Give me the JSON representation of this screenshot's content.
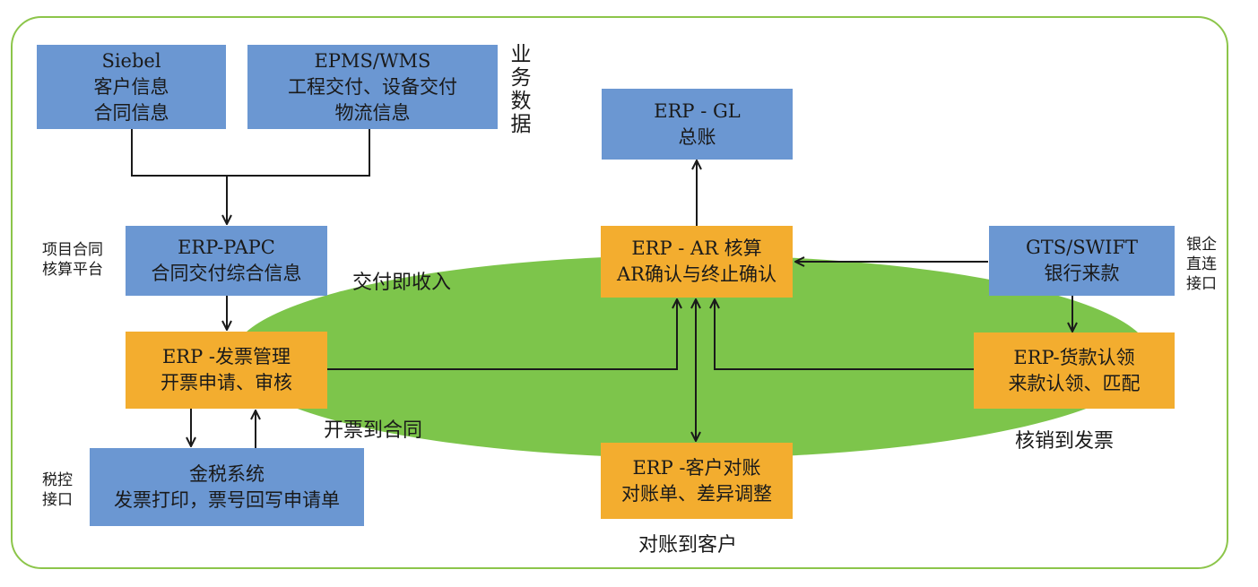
{
  "colors": {
    "frame_border": "#8cc54a",
    "ellipse": "#7dc54b",
    "blue_box": "#6b97d2",
    "orange_box": "#f3ad2f",
    "line": "#1a1a1a"
  },
  "nodes": {
    "siebel": {
      "line1": "Siebel",
      "line2": "客户信息",
      "line3": "合同信息"
    },
    "epms": {
      "line1": "EPMS/WMS",
      "line2": "工程交付、设备交付",
      "line3": "物流信息"
    },
    "gl": {
      "line1": "ERP - GL",
      "line2": "总账"
    },
    "papc": {
      "line1": "ERP-PAPC",
      "line2": "合同交付综合信息"
    },
    "ar": {
      "line1": "ERP - AR 核算",
      "line2": "AR确认与终止确认"
    },
    "gts": {
      "line1": "GTS/SWIFT",
      "line2": "银行来款"
    },
    "invoice": {
      "line1": "ERP -发票管理",
      "line2": "开票申请、审核"
    },
    "payment": {
      "line1": "ERP-货款认领",
      "line2": "来款认领、匹配"
    },
    "tax": {
      "line1": "金税系统",
      "line2": "发票打印，票号回写申请单"
    },
    "reconcile": {
      "line1": "ERP -客户对账",
      "line2": "对账单、差异调整"
    }
  },
  "labels": {
    "business_data": "业务数据",
    "project_platform_1": "项目合同",
    "project_platform_2": "核算平台",
    "bank_direct_1": "银企",
    "bank_direct_2": "直连",
    "bank_direct_3": "接口",
    "tax_interface_1": "税控",
    "tax_interface_2": "接口",
    "delivery_revenue": "交付即收入",
    "invoice_contract": "开票到合同",
    "writeoff_invoice": "核销到发票",
    "reconcile_customer": "对账到客户"
  }
}
